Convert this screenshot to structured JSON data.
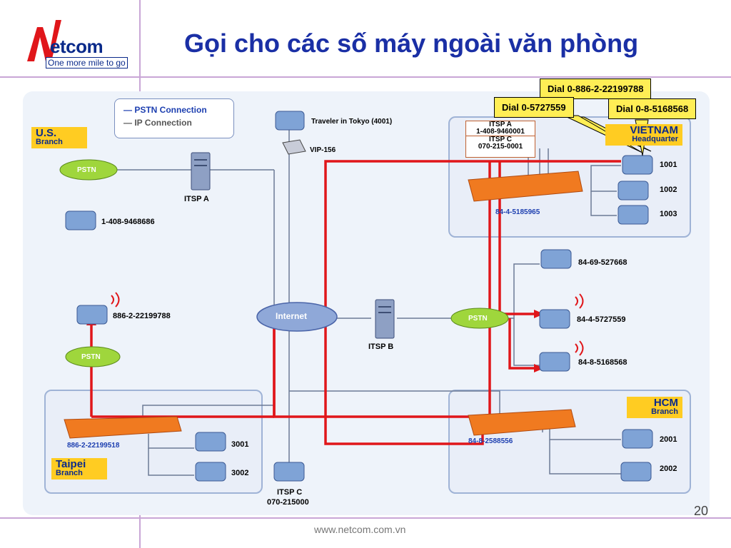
{
  "title": "Gọi cho các số máy ngoài văn phòng",
  "logo": {
    "name": "etcom",
    "tagline": "One more mile to go"
  },
  "legend": {
    "pstn": "PSTN Connection",
    "ip": "IP  Connection"
  },
  "branches": {
    "us": {
      "name": "U.S.",
      "sub": "Branch"
    },
    "vietnam": {
      "name": "VIETNAM",
      "sub": "Headquarter"
    },
    "hcm": {
      "name": "HCM",
      "sub": "Branch"
    },
    "taipei": {
      "name": "Taipei",
      "sub": "Branch"
    }
  },
  "nodes": {
    "pstn": "PSTN",
    "internet": "Internet",
    "itsp_a": "ITSP A",
    "itsp_b": "ITSP B",
    "itsp_c": "ITSP C",
    "itsp_c_num": "070-215000",
    "traveler": "Traveler in Tokyo (4001)",
    "vip": "VIP-156"
  },
  "phones": {
    "us": "1-408-9468686",
    "tw_mobile": "886-2-22199788",
    "ext_1001": "1001",
    "ext_1002": "1002",
    "ext_1003": "1003",
    "p_527668": "84-69-527668",
    "p_5727559": "84-4-5727559",
    "p_5168568": "84-8-5168568",
    "ext_2001": "2001",
    "ext_2002": "2002",
    "ext_3001": "3001",
    "ext_3002": "3002"
  },
  "ip_labels": {
    "hq": "84-4-5185965",
    "hcm": "84-8-2588556",
    "taipei": "886-2-22199518"
  },
  "itsp_box": {
    "a": "ITSP A",
    "a_num": "1-408-9460001",
    "c": "ITSP C",
    "c_num": "070-215-0001"
  },
  "callouts": {
    "c1": "Dial 0-886-2-22199788",
    "c2": "Dial 0-5727559",
    "c3": "Dial 0-8-5168568"
  },
  "colors": {
    "title": "#1a2fa5",
    "call_path": "#e0161a",
    "callout": "#ffee55",
    "branch_tag": "#ffcc22"
  },
  "footer": "www.netcom.com.vn",
  "page_number": "20"
}
